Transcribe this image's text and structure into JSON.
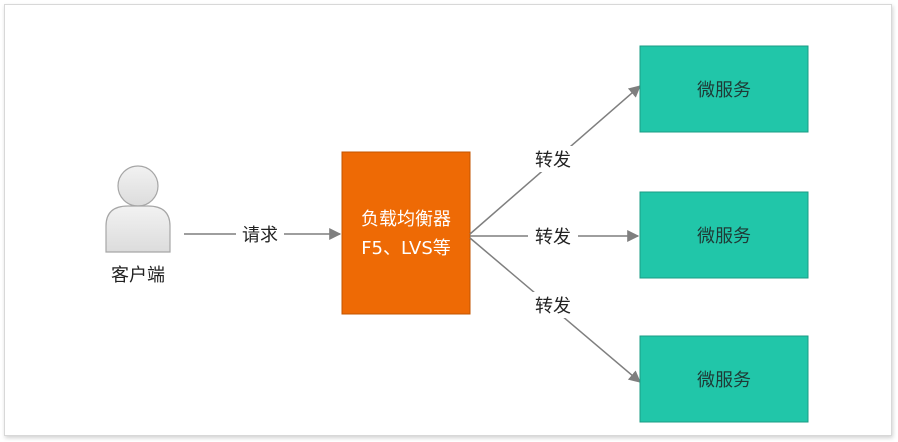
{
  "client": {
    "label": "客户端"
  },
  "request": {
    "label": "请求"
  },
  "load_balancer": {
    "line1": "负载均衡器",
    "line2": "F5、LVS等",
    "color": "#EE6A05"
  },
  "forwards": [
    {
      "label": "转发"
    },
    {
      "label": "转发"
    },
    {
      "label": "转发"
    }
  ],
  "services": [
    {
      "label": "微服务"
    },
    {
      "label": "微服务"
    },
    {
      "label": "微服务"
    }
  ],
  "colors": {
    "service_fill": "#21C6A9",
    "arrow": "#7f7f7f",
    "person": "#e6e6e6"
  }
}
